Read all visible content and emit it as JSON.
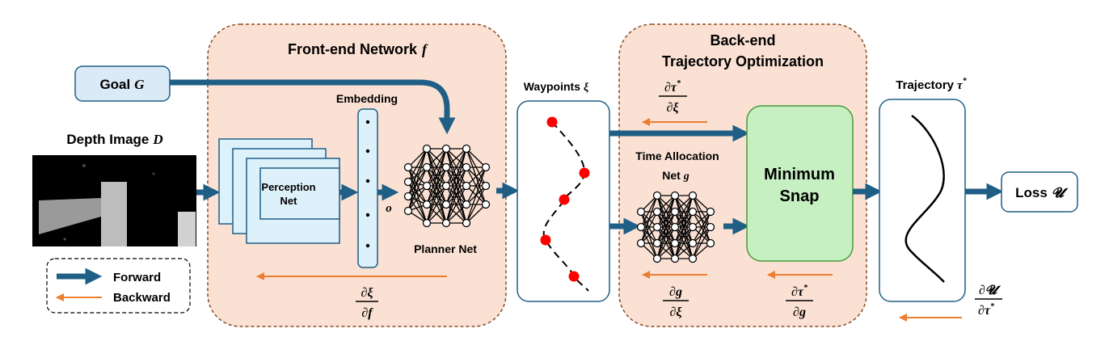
{
  "colors": {
    "forward": "#1f5f86",
    "backward": "#ed7d31",
    "module_fill": "#fbe1d3",
    "module_border": "#8b4c23",
    "box_fill": "#dbeaf7",
    "net_fill": "#ddf1fb",
    "snap_fill": "#c6efc2",
    "snap_border": "#4a9a3e",
    "waypoint": "#ff0000"
  },
  "front_end": {
    "title": "Front-end Network",
    "symbol": "f"
  },
  "back_end": {
    "title_line1": "Back-end",
    "title_line2": "Trajectory Optimization"
  },
  "goal": {
    "label": "Goal",
    "symbol": "G"
  },
  "depth": {
    "label": "Depth Image",
    "symbol": "D"
  },
  "perception": {
    "line1": "Perception",
    "line2": "Net"
  },
  "embedding": {
    "label": "Embedding",
    "output_symbol": "o"
  },
  "planner": {
    "label": "Planner Net"
  },
  "waypoints": {
    "label": "Waypoints",
    "symbol": "ξ"
  },
  "time_alloc": {
    "line1": "Time Allocation",
    "line2": "Net",
    "symbol": "g"
  },
  "min_snap": {
    "line1": "Minimum",
    "line2": "Snap"
  },
  "trajectory": {
    "label": "Trajectory",
    "symbol": "τ",
    "sup": "*"
  },
  "loss": {
    "label": "Loss",
    "symbol": "𝓤"
  },
  "legend": {
    "forward": "Forward",
    "backward": "Backward"
  },
  "gradients": {
    "dxi_df": {
      "num": "∂ξ",
      "den": "∂f"
    },
    "dtau_dxi": {
      "num": "∂τ",
      "num_sup": "*",
      "den": "∂ξ"
    },
    "dg_dxi": {
      "num": "∂g",
      "den": "∂ξ"
    },
    "dtau_dg": {
      "num": "∂τ",
      "num_sup": "*",
      "den": "∂g"
    },
    "dU_dtau": {
      "num": "∂𝓤",
      "den": "∂τ",
      "den_sup": "*"
    }
  }
}
